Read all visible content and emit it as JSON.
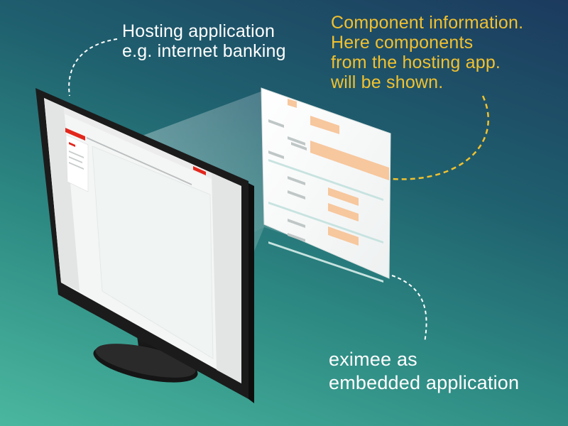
{
  "labels": {
    "hosting": {
      "line1": "Hosting application",
      "line2": "e.g. internet banking"
    },
    "component": {
      "line1": "Component information.",
      "line2": "Here components",
      "line3": "from the hosting app.",
      "line4": "will be shown."
    },
    "eximee": {
      "line1": "eximee as",
      "line2": "embedded application"
    }
  },
  "colors": {
    "bg_dark": "#1c3a5e",
    "bg_mid": "#2d8a83",
    "bg_light": "#4bb79f",
    "label_white": "#ffffff",
    "label_yellow": "#f2c12e",
    "bank_red": "#e3261c",
    "form_highlight": "#f7c79d",
    "monitor_bezel": "#1b1b1b"
  },
  "icons": {
    "monitor": "desktop-monitor-icon",
    "projection": "light-beam-projection"
  }
}
